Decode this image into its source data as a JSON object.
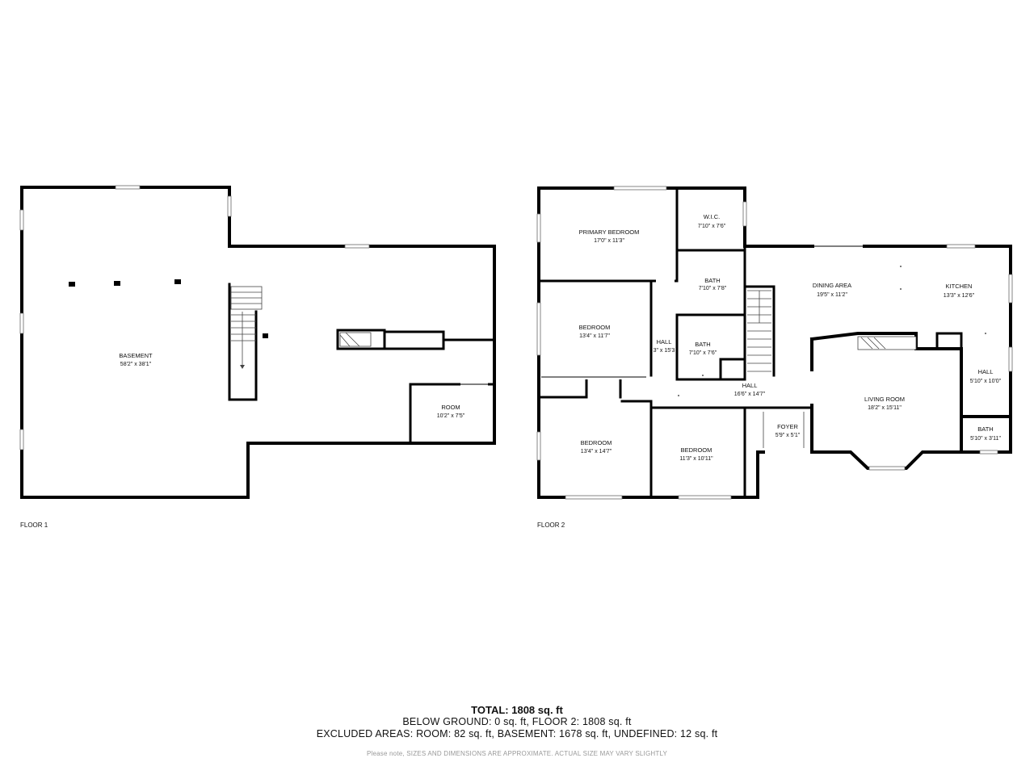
{
  "floors": [
    {
      "label": "FLOOR 1",
      "rooms": [
        {
          "key": "basement",
          "name": "BASEMENT",
          "dims": "58'2\" x 38'1\""
        },
        {
          "key": "room",
          "name": "ROOM",
          "dims": "10'2\" x 7'5\""
        }
      ]
    },
    {
      "label": "FLOOR 2",
      "rooms": [
        {
          "key": "primary-bedroom",
          "name": "PRIMARY BEDROOM",
          "dims": "17'0\" x 11'3\""
        },
        {
          "key": "wic",
          "name": "W.I.C.",
          "dims": "7'10\" x 7'6\""
        },
        {
          "key": "bath-upper",
          "name": "BATH",
          "dims": "7'10\" x 7'8\""
        },
        {
          "key": "bath-middle",
          "name": "BATH",
          "dims": "7'10\" x 7'6\""
        },
        {
          "key": "hall-narrow",
          "name": "HALL",
          "dims": "3\" x 15'3"
        },
        {
          "key": "bedroom-1",
          "name": "BEDROOM",
          "dims": "13'4\" x 11'7\""
        },
        {
          "key": "bedroom-2",
          "name": "BEDROOM",
          "dims": "13'4\" x 14'7\""
        },
        {
          "key": "bedroom-3",
          "name": "BEDROOM",
          "dims": "11'3\" x 10'11\""
        },
        {
          "key": "hall-main",
          "name": "HALL",
          "dims": "16'6\" x 14'7\""
        },
        {
          "key": "dining-area",
          "name": "DINING AREA",
          "dims": "19'5\" x 11'2\""
        },
        {
          "key": "kitchen",
          "name": "KITCHEN",
          "dims": "13'3\" x 12'6\""
        },
        {
          "key": "hall-east",
          "name": "HALL",
          "dims": "5'10\" x 10'0\""
        },
        {
          "key": "bath-east",
          "name": "BATH",
          "dims": "5'10\" x 3'11\""
        },
        {
          "key": "living-room",
          "name": "LIVING ROOM",
          "dims": "18'2\" x 15'11\""
        },
        {
          "key": "foyer",
          "name": "FOYER",
          "dims": "5'9\" x 5'1\""
        }
      ]
    }
  ],
  "summary": {
    "total": "TOTAL: 1808 sq. ft",
    "line1": "BELOW GROUND: 0 sq. ft, FLOOR 2: 1808 sq. ft",
    "line2": "EXCLUDED AREAS: ROOM: 82 sq. ft, BASEMENT: 1678 sq. ft, UNDEFINED: 12 sq. ft",
    "note": "Please note, SIZES AND DIMENSIONS ARE APPROXIMATE. ACTUAL SIZE MAY VARY SLIGHTLY"
  }
}
